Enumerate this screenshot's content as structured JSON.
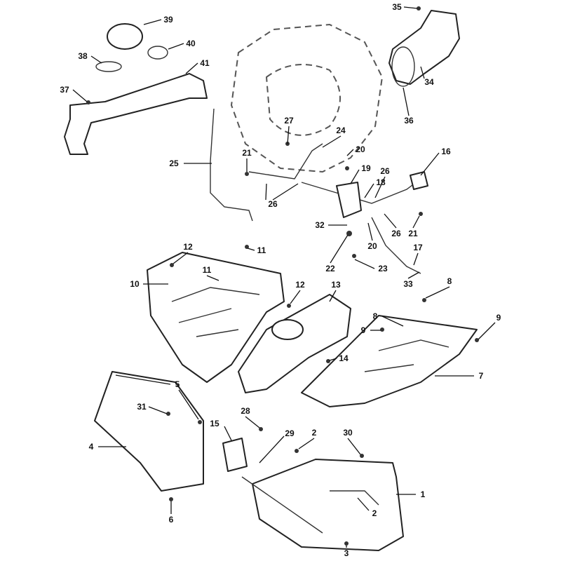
{
  "diagram": {
    "type": "exploded-parts-diagram",
    "callouts": [
      "1",
      "2",
      "2",
      "3",
      "4",
      "5",
      "6",
      "7",
      "8",
      "8",
      "9",
      "9",
      "10",
      "11",
      "11",
      "12",
      "12",
      "13",
      "14",
      "15",
      "16",
      "17",
      "18",
      "19",
      "20",
      "20",
      "21",
      "21",
      "22",
      "23",
      "24",
      "25",
      "26",
      "26",
      "26",
      "27",
      "28",
      "29",
      "30",
      "31",
      "32",
      "33",
      "34",
      "35",
      "36",
      "37",
      "38",
      "39",
      "40",
      "41"
    ]
  }
}
